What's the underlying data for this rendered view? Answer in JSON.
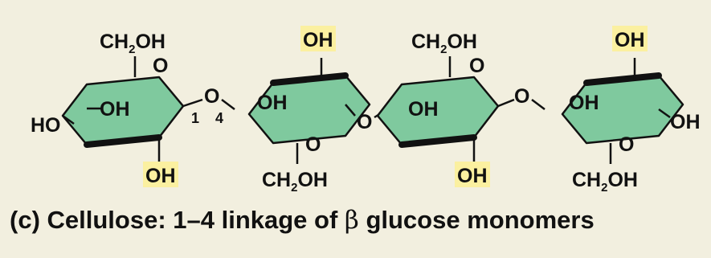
{
  "diagram": {
    "colors": {
      "background": "#f2efdf",
      "ring_fill": "#7fc99e",
      "ring_stroke": "#111111",
      "highlight": "#fbf0a0"
    },
    "labels": {
      "ch2oh": "CH",
      "ch2oh_sub": "2",
      "ch2oh_tail": "OH",
      "oh": "OH",
      "ho": "HO",
      "o": "O",
      "carbon_1": "1",
      "carbon_4": "4"
    },
    "caption": {
      "prefix": "(c) Cellulose: 1–4 linkage of ",
      "beta": "β",
      "suffix": " glucose monomers"
    }
  }
}
